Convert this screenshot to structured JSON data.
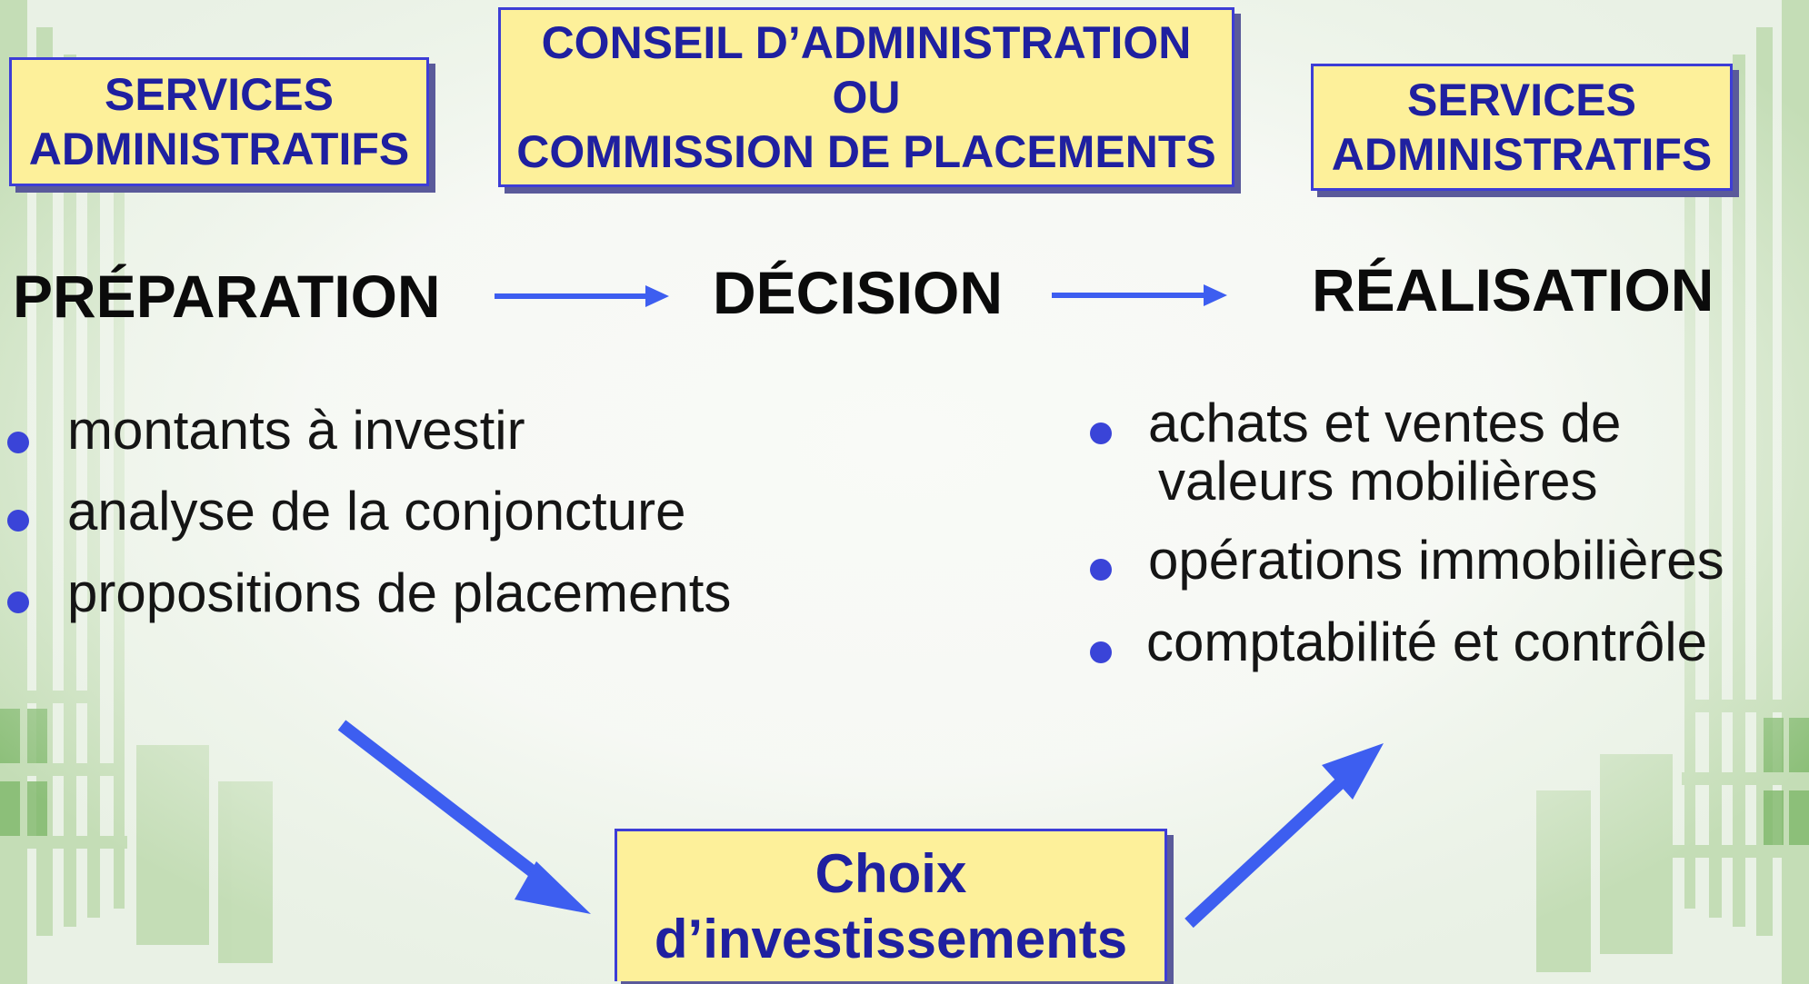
{
  "boxes": {
    "left": [
      "SERVICES",
      "ADMINISTRATIFS"
    ],
    "center": [
      "CONSEIL D’ADMINISTRATION",
      "OU",
      "COMMISSION DE PLACEMENTS"
    ],
    "right": [
      "SERVICES",
      "ADMINISTRATIFS"
    ],
    "bottom": [
      "Choix",
      "d’investissements"
    ]
  },
  "stages": {
    "preparation": "PRÉPARATION",
    "decision": "DÉCISION",
    "realisation": "RÉALISATION"
  },
  "preparation_items": [
    "montants à investir",
    "analyse de la conjoncture",
    "propositions de placements"
  ],
  "realisation_items": [
    "achats et ventes de",
    "valeurs mobilières",
    "opérations immobilières",
    "comptabilité et contrôle"
  ],
  "colors": {
    "box_fill": "#fdf09a",
    "box_border": "#3d3dd6",
    "box_text": "#1f20a0",
    "arrow": "#3d5ef0",
    "bullet": "#3a44d8",
    "background_building": "#b9d8a8"
  }
}
